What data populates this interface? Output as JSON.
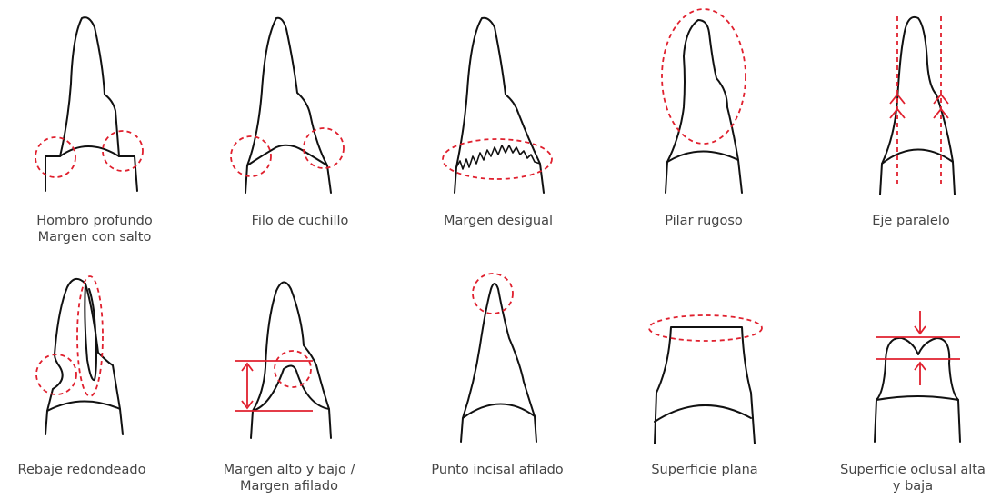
{
  "colors": {
    "outline": "#111111",
    "highlight": "#e0202e",
    "caption": "#444444",
    "background": "#ffffff"
  },
  "figures": [
    {
      "id": "hombro-profundo",
      "caption_lines": [
        "Hombro profundo",
        "Margen con salto"
      ]
    },
    {
      "id": "filo-de-cuchillo",
      "caption_lines": [
        "Filo de cuchillo"
      ]
    },
    {
      "id": "margen-desigual",
      "caption_lines": [
        "Margen desigual"
      ]
    },
    {
      "id": "pilar-rugoso",
      "caption_lines": [
        "Pilar rugoso"
      ]
    },
    {
      "id": "eje-paralelo",
      "caption_lines": [
        "Eje paralelo"
      ]
    },
    {
      "id": "rebaje-redondeado",
      "caption_lines": [
        "Rebaje redondeado"
      ]
    },
    {
      "id": "margen-alto-y-bajo",
      "caption_lines": [
        "Margen alto y bajo /",
        "Margen afilado"
      ]
    },
    {
      "id": "punto-incisal-afilado",
      "caption_lines": [
        "Punto incisal afilado"
      ]
    },
    {
      "id": "superficie-plana",
      "caption_lines": [
        "Superficie plana"
      ]
    },
    {
      "id": "superficie-oclusal-alta-baja",
      "caption_lines": [
        "Superficie oclusal alta",
        "y baja"
      ]
    }
  ]
}
